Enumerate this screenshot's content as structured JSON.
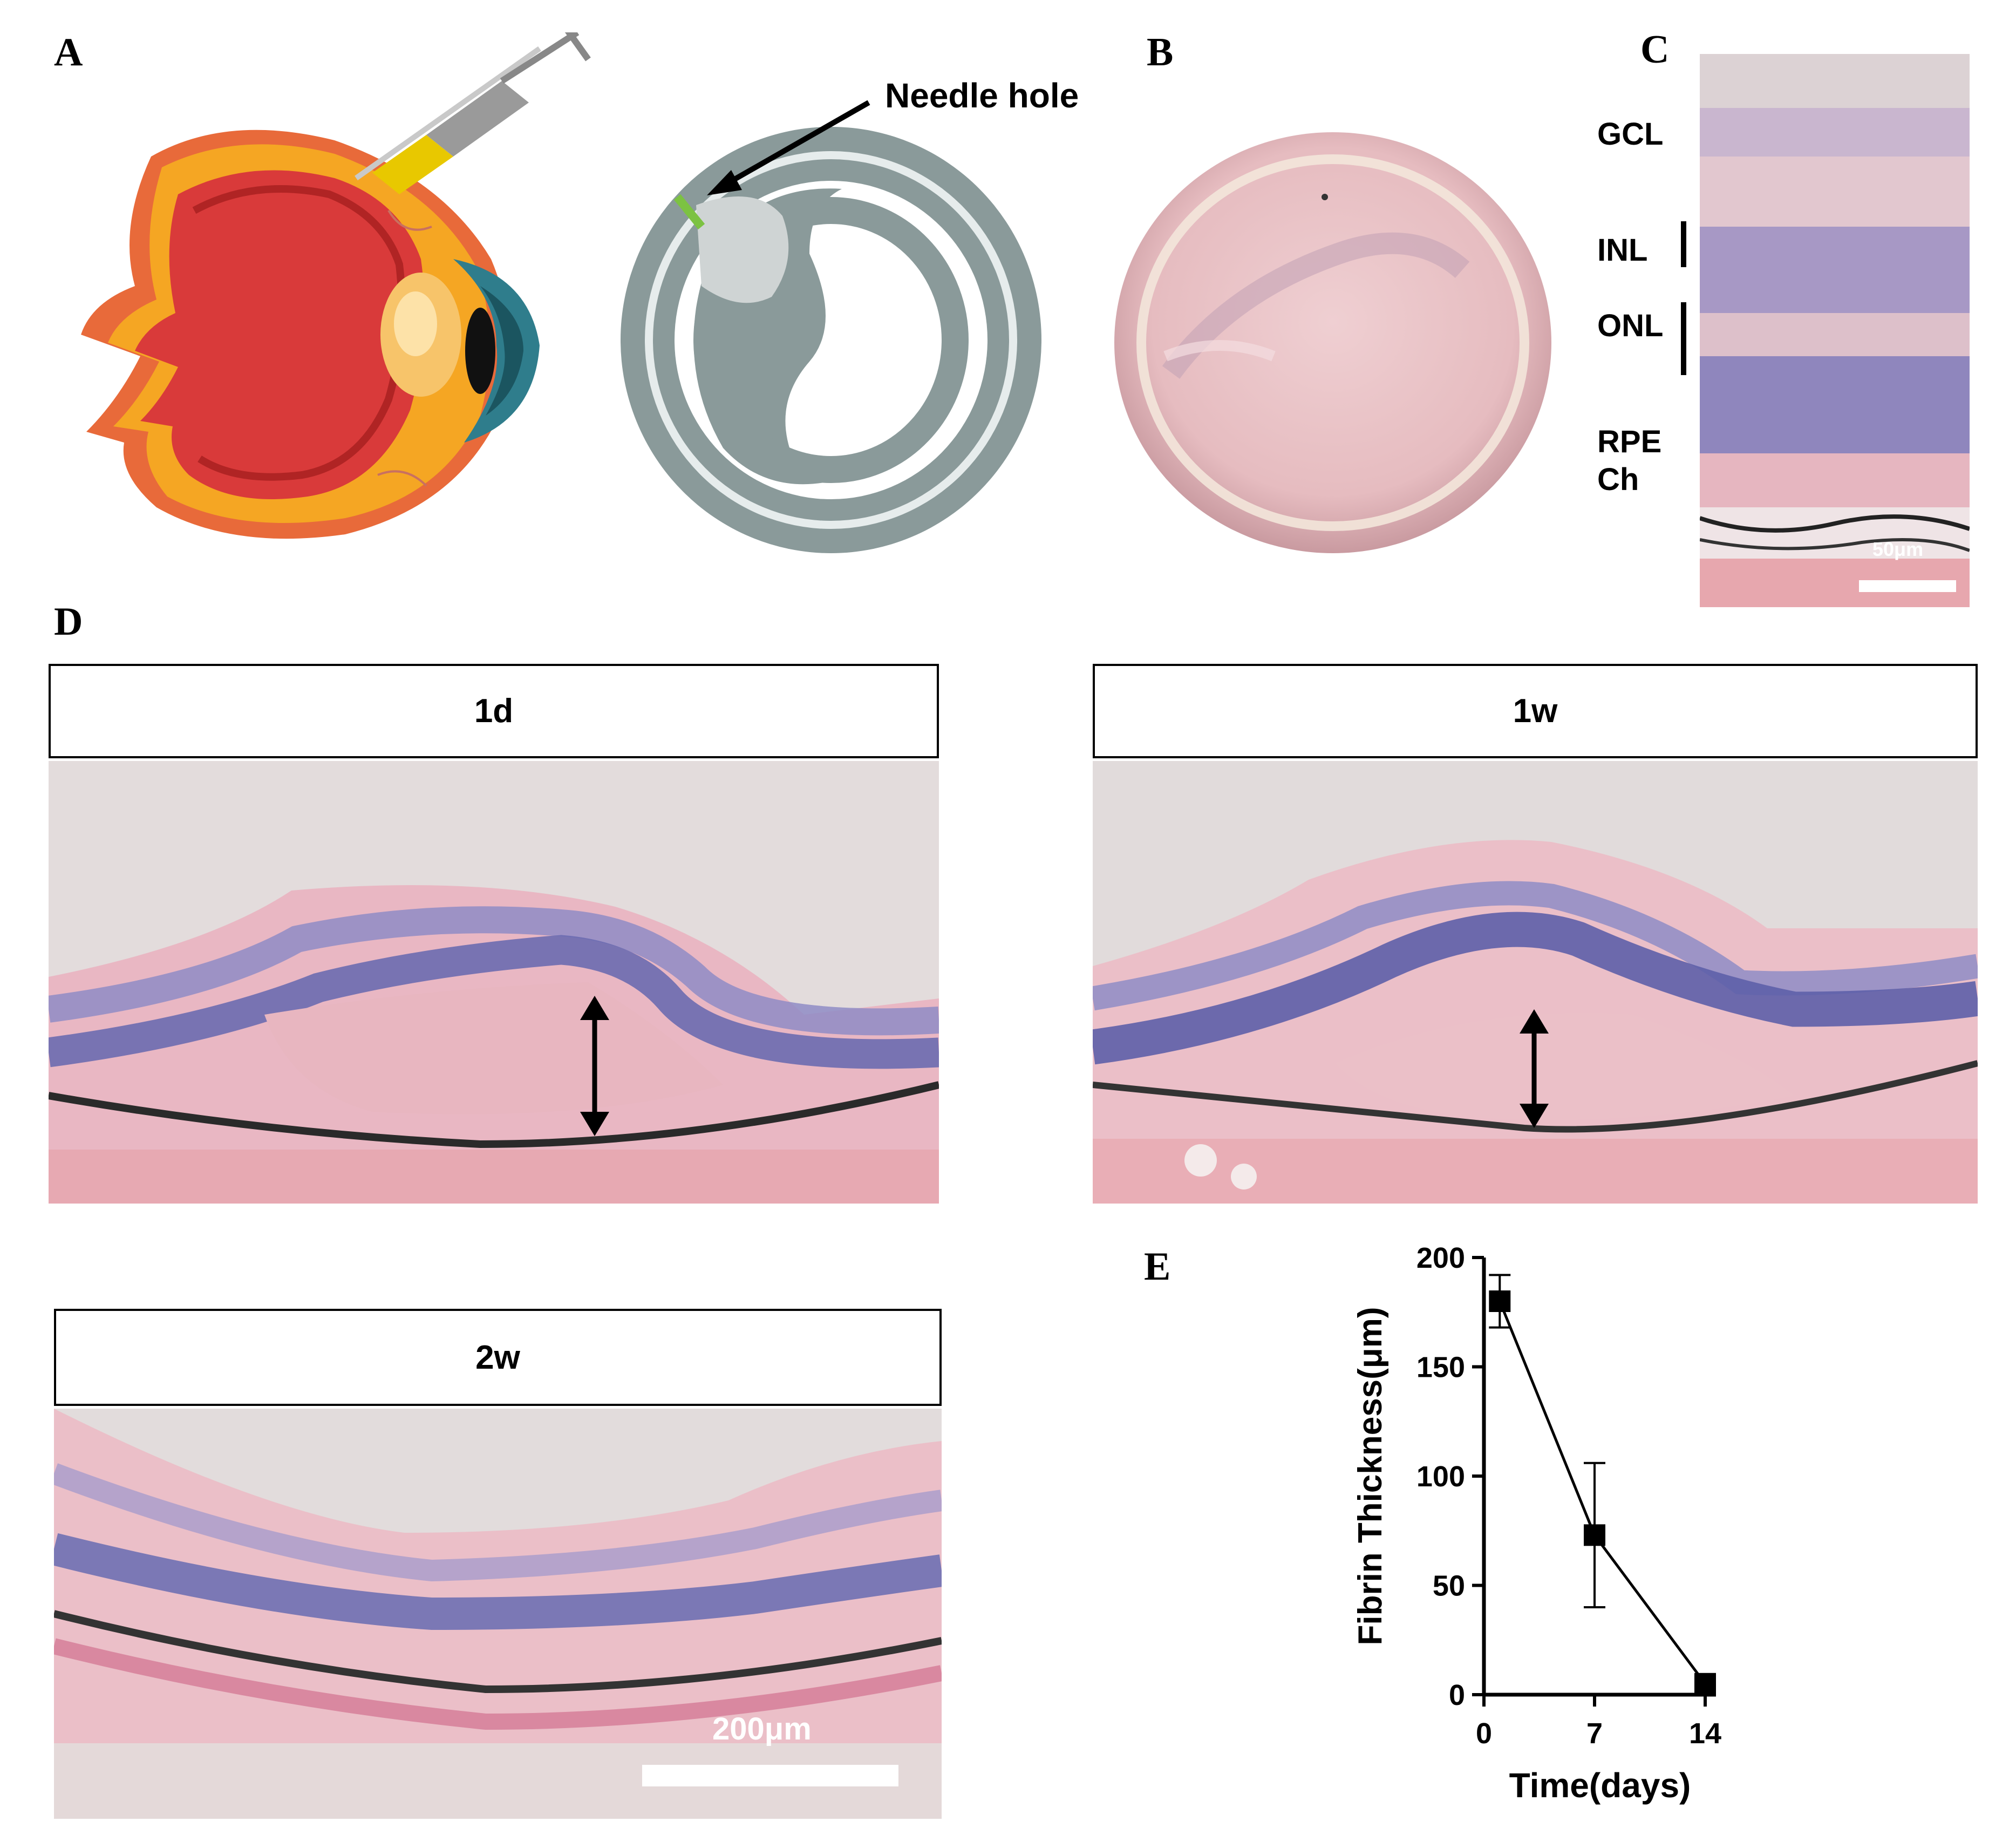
{
  "panels": {
    "a": "A",
    "b": "B",
    "c": "C",
    "d": "D",
    "e": "E"
  },
  "panel_a": {
    "needle_label": "Needle hole"
  },
  "panel_c": {
    "layers": [
      "GCL",
      "INL",
      "ONL",
      "RPE",
      "Ch"
    ],
    "scale_bar": "50μm"
  },
  "panel_d": {
    "titles": [
      "1d",
      "1w",
      "2w"
    ],
    "scale_bar": "200μm"
  },
  "chart_data": {
    "type": "line",
    "x": [
      1,
      7,
      14
    ],
    "series": [
      {
        "values": [
          180,
          73,
          5
        ],
        "error": [
          12,
          33,
          1
        ]
      }
    ],
    "xlabel": "Time(days)",
    "ylabel": "Fibrin Thickness(μm)",
    "xticks": [
      "0",
      "7",
      "14"
    ],
    "yticks": [
      "0",
      "50",
      "100",
      "150",
      "200"
    ],
    "xlim": [
      0,
      14
    ],
    "ylim": [
      0,
      200
    ],
    "grid": false,
    "marker": "square",
    "color": "#000000"
  }
}
